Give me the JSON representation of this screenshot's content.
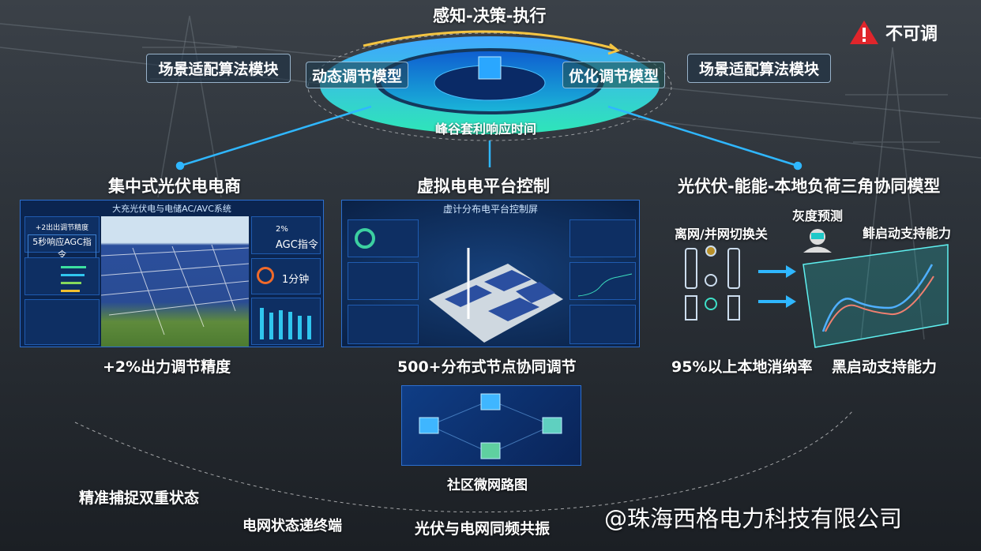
{
  "top": {
    "cycle_title": "感知-决策-执行",
    "left_module": "场景适配算法模块",
    "right_module": "场景适配算法模块",
    "inner_left": "动态调节模型",
    "inner_right": "优化调节模型",
    "ring_label": "峰谷套利响应时间"
  },
  "warning": {
    "icon": "warning-triangle-icon",
    "label": "不可调",
    "color": "#e0252b"
  },
  "sections": [
    {
      "title": "集中式光伏电电商",
      "caption": "+2%出力调节精度"
    },
    {
      "title": "虚拟电电平台控制",
      "caption": "500+分布式节点协同调节"
    },
    {
      "title": "光伏伏-能能-本地负荷三角协同模型",
      "caption_a": "95%以上本地消纳率",
      "caption_b": "黑启动支持能力"
    }
  ],
  "left_dashboard": {
    "title": "大充光伏电与电储AC/AVC系统",
    "line1": "+2出出调节精度",
    "line2": "5秒响应AGC指令",
    "stat_pct": "2%",
    "stat_label": "AGC指令",
    "stat_time": "1分钟"
  },
  "center_dashboard": {
    "title": "虚计分布电平台控制屏"
  },
  "triangle_model": {
    "forecast": "灰度预测",
    "switch": "离网/并网切换关",
    "blackstart": "鲱启动支持能力"
  },
  "microgrid": {
    "label": "社区微网路图"
  },
  "bottom": {
    "item1": "精准捕捉双重状态",
    "item2": "电网状态递终端",
    "item3": "光伏与电网同频共振"
  },
  "watermark": "@珠海西格电力科技有限公司",
  "colors": {
    "accent": "#2fb7ff",
    "arc": "#f5c542",
    "panel": "#0b2550"
  }
}
